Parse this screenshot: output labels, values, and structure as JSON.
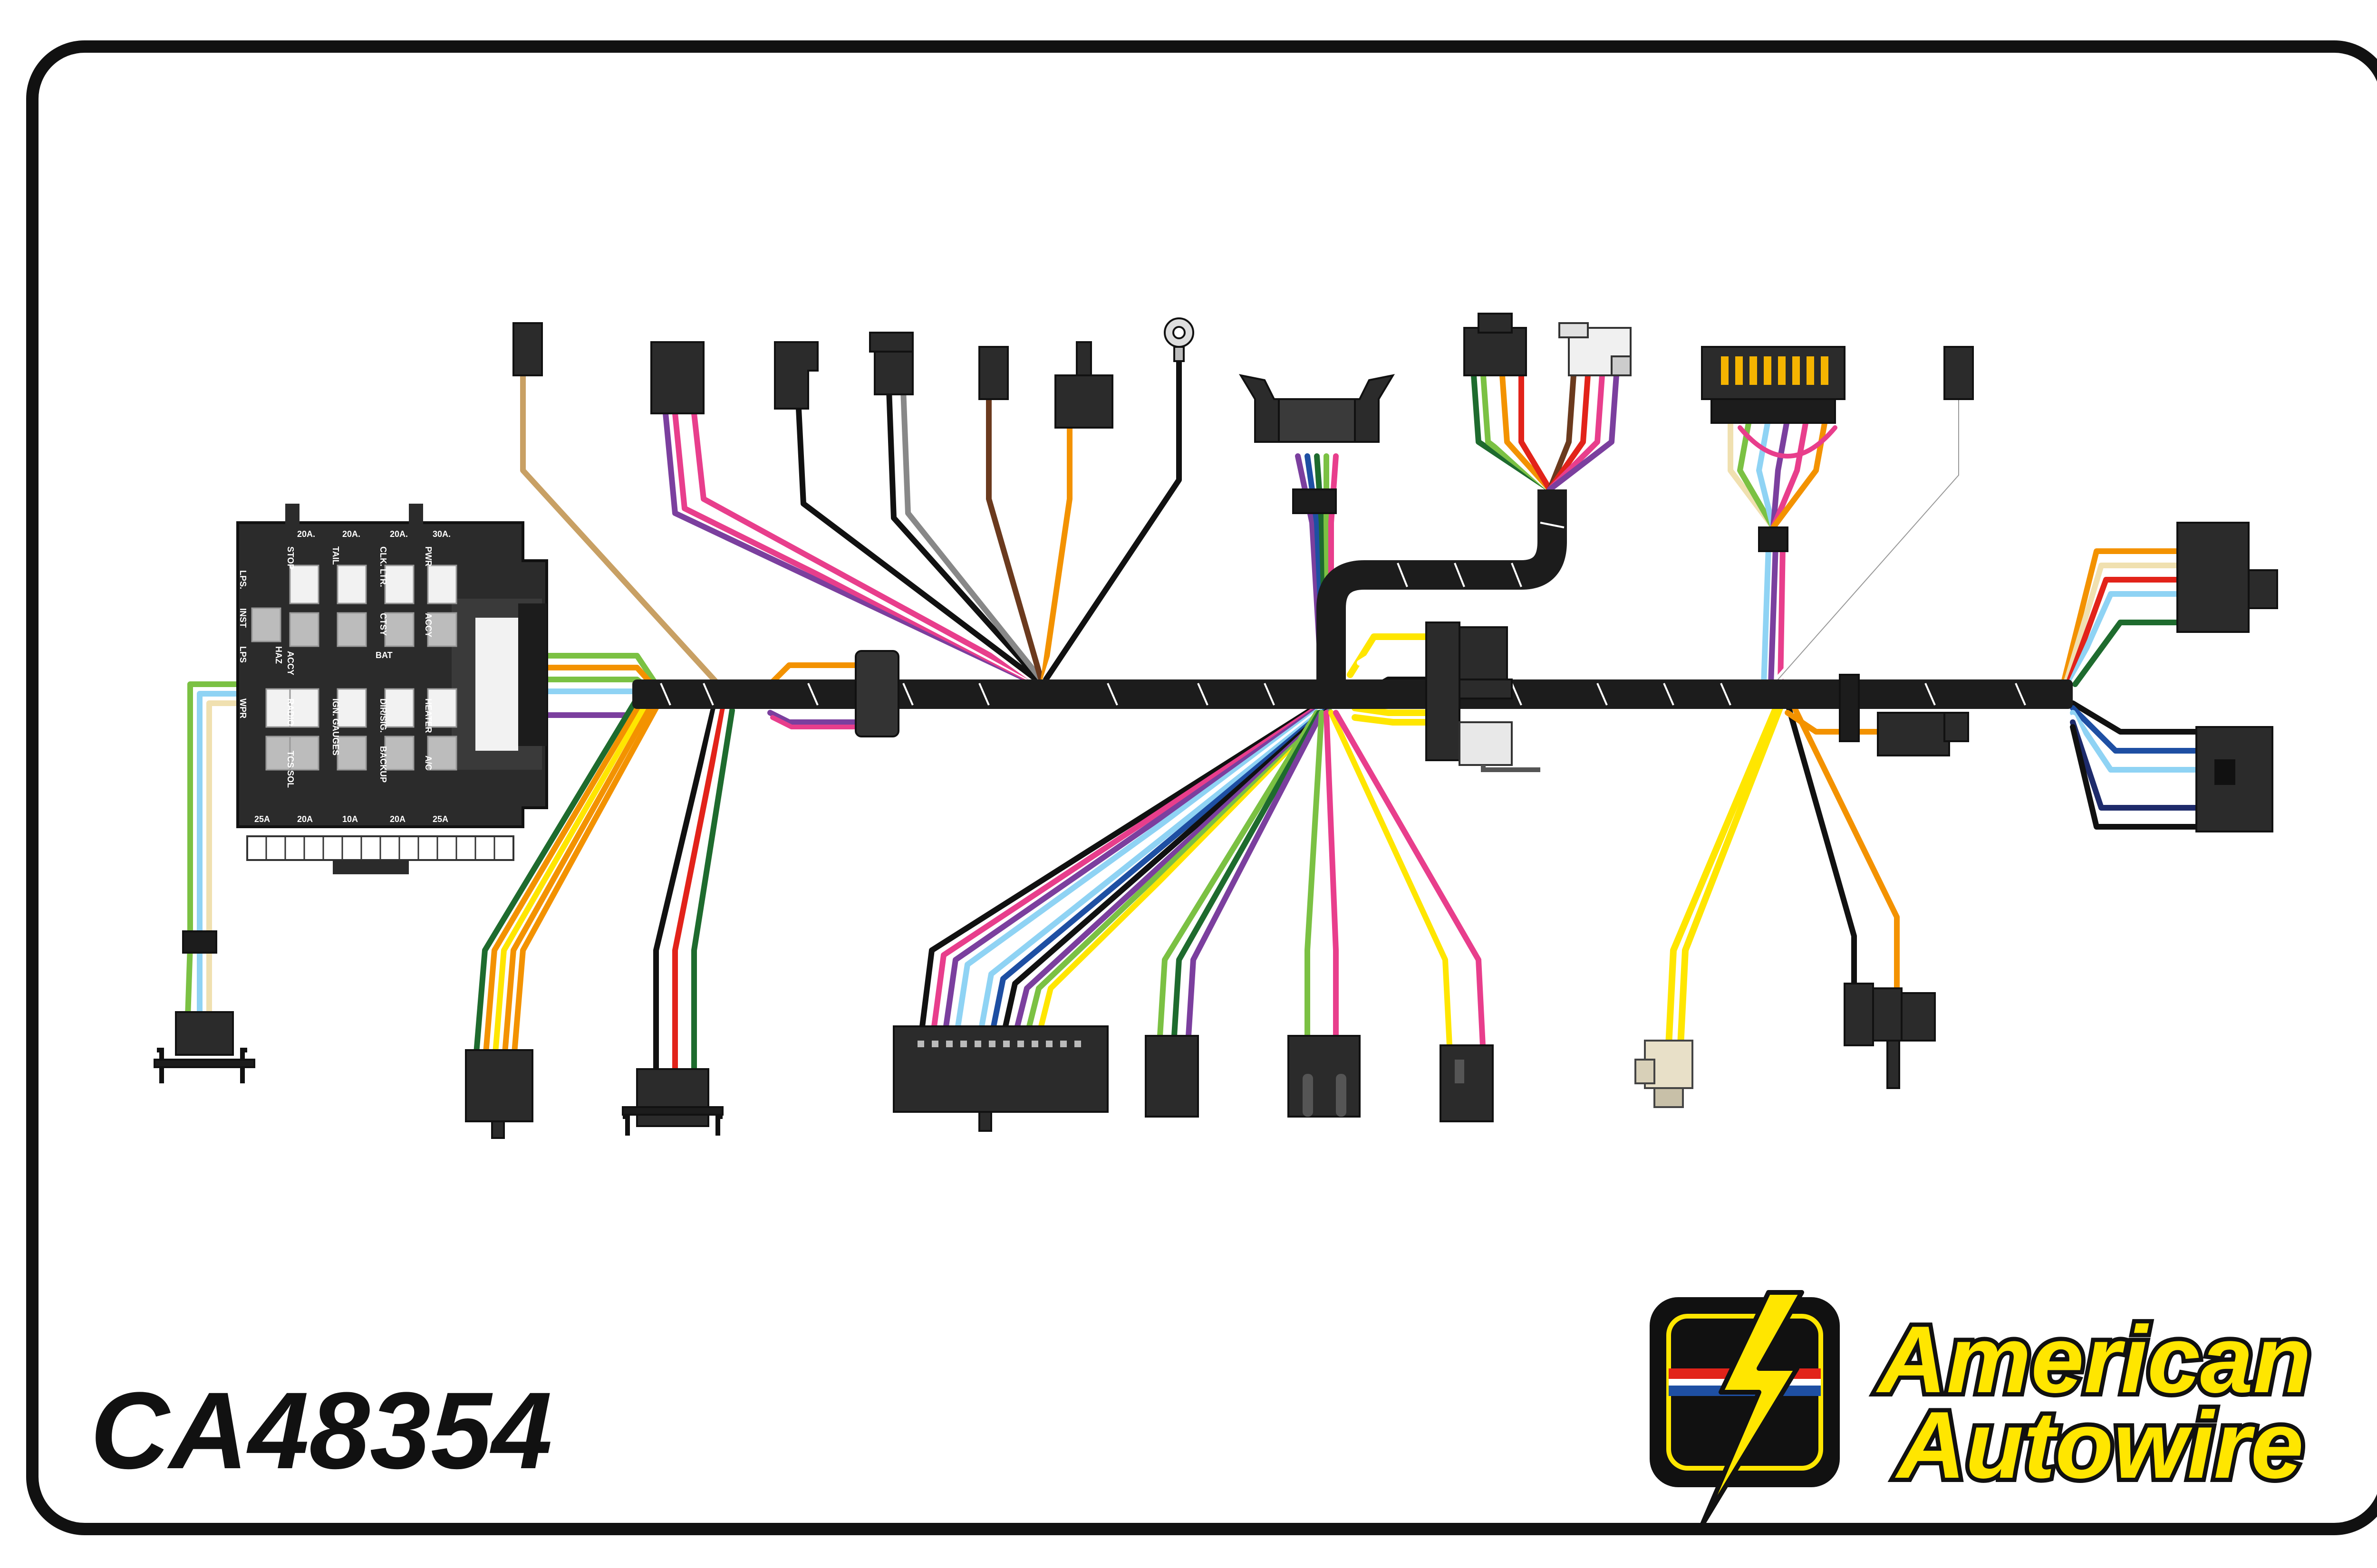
{
  "part_number": "CA48354",
  "brand": {
    "line1": "American",
    "line2": "Autowire"
  },
  "fuse_block": {
    "top_ratings": [
      "20A.",
      "20A.",
      "20A.",
      "30A."
    ],
    "top_circuits": [
      "STOP",
      "TAIL",
      "CLK. LTR.",
      "PWR"
    ],
    "upper_row_labels": [
      "",
      "",
      "CTSY",
      "ACCY"
    ],
    "middle_labels": [
      "HAZ",
      "ACCY",
      "BAT",
      ""
    ],
    "left_labels": [
      "LPS.",
      "INST",
      "LPS"
    ],
    "lower_row_labels": [
      "WPR",
      "RADIO",
      "IGN. GAUGES",
      "DIR/SIG.",
      "HEATER"
    ],
    "lower_row_labels_2": [
      "",
      "TCS SOL",
      "",
      "BACKUP",
      "A/C"
    ],
    "bottom_ratings": [
      "25A",
      "20A",
      "10A",
      "20A",
      "25A"
    ]
  },
  "colors": {
    "harness": "#1c1c1c",
    "connector": "#2b2b2b",
    "logo_yellow": "#ffe600",
    "logo_red": "#e2231a",
    "logo_blue": "#1e4fa3"
  }
}
